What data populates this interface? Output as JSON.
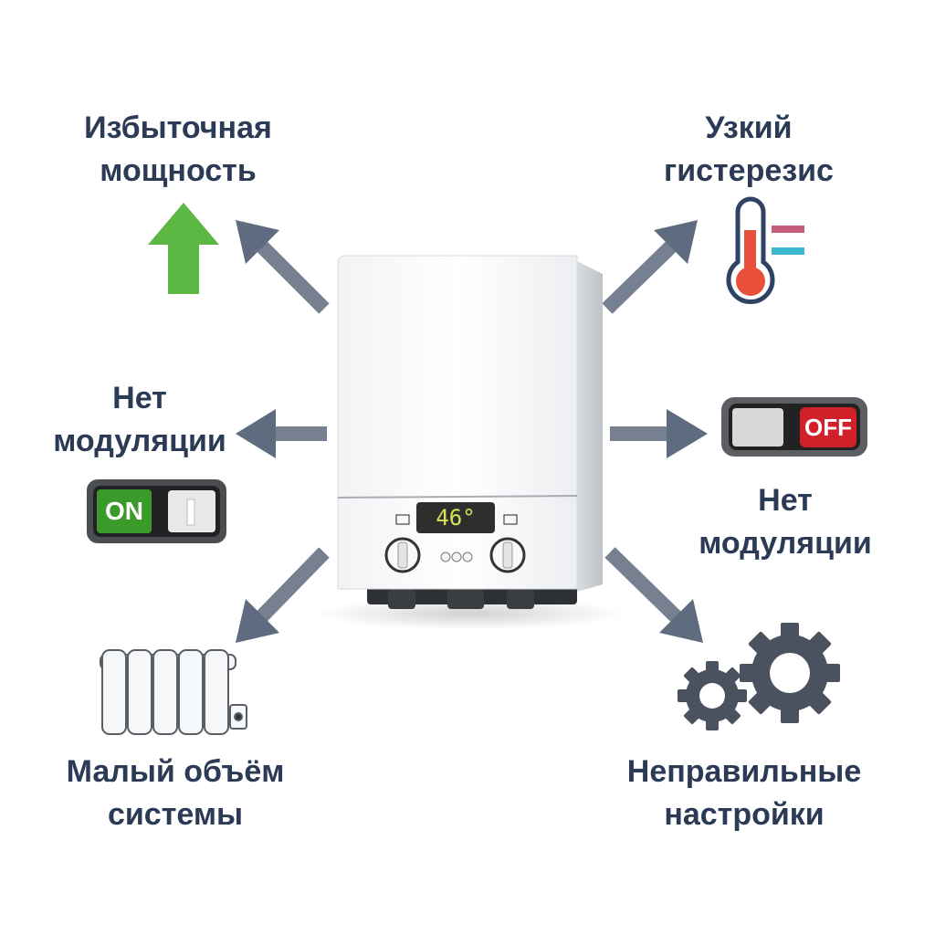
{
  "labels": {
    "top_left": [
      "Избыточная",
      "мощность"
    ],
    "top_right": [
      "Узкий",
      "гистерезис"
    ],
    "mid_left": [
      "Нет",
      "модуляции"
    ],
    "mid_right": [
      "Нет",
      "модуляции"
    ],
    "bottom_left": [
      "Малый объём",
      "системы"
    ],
    "bottom_right": [
      "Неправильные",
      "настройки"
    ]
  },
  "boiler": {
    "display": "46°"
  },
  "switches": {
    "on": "ON",
    "off": "OFF"
  },
  "colors": {
    "text": "#2b3a55",
    "arrow": "#5f6b7e",
    "green": "#5cb842",
    "red": "#d0212a",
    "display_text": "#d8e35a"
  }
}
